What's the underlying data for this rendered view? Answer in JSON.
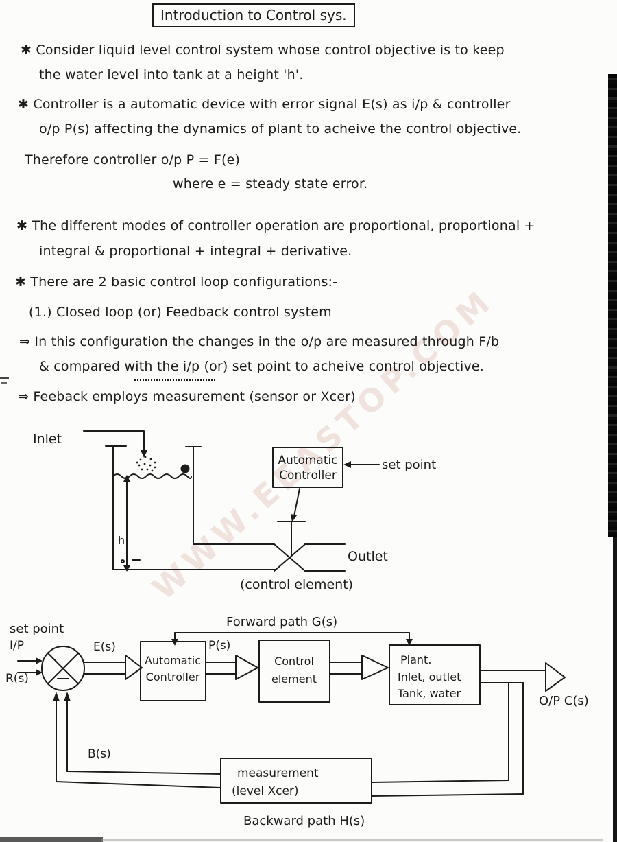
{
  "page": {
    "title": "Introduction to Control sys."
  },
  "notes": {
    "lines": [
      "✱ Consider liquid level control system whose control objective is to keep",
      "the water level into tank at a height 'h'.",
      "✱ Controller is a automatic device with error signal E(s) as i/p & controller",
      "o/p P(s) affecting the dynamics of plant to acheive the control objective.",
      "Therefore controller o/p P = F(e)",
      "where e = steady state error.",
      "✱ The different modes of controller operation are proportional, proportional +",
      "integral & proportional + integral + derivative.",
      "✱ There are 2 basic control loop configurations:-",
      "(1.) Closed loop (or) Feedback control system",
      "⇒ In this configuration the changes in the o/p are measured through F/b",
      "& compared with the i/p (or) set point to acheive control objective.",
      "⇒ Feeback employs measurement (sensor or Xcer)"
    ]
  },
  "tank_diagram": {
    "inlet": "Inlet",
    "controller_line1": "Automatic",
    "controller_line2": "Controller",
    "set_point": "set point",
    "height_label": "h",
    "outlet": "Outlet",
    "control_element": "(control element)"
  },
  "block_diagram": {
    "forward_path": "Forward path G(s)",
    "set_point": "set point",
    "input": "I/P",
    "r": "R(s)",
    "minus": "−",
    "e": "E(s)",
    "p": "P(s)",
    "controller_line1": "Automatic",
    "controller_line2": "Controller",
    "control_line1": "Control",
    "control_line2": "element",
    "plant_line1": "Plant.",
    "plant_line2": "Inlet, outlet",
    "plant_line3": "Tank, water",
    "output": "O/P C(s)",
    "b": "B(s)",
    "meas_line1": "measurement",
    "meas_line2": "(level Xcer)",
    "backward_path": "Backward path H(s)"
  },
  "watermark": "WWW.EEASTOP.COM",
  "colors": {
    "ink": "#1c1c1c",
    "paper": "#fcfcfa",
    "scan_edge": "#0a0a0a",
    "watermark": "#d09e94"
  }
}
